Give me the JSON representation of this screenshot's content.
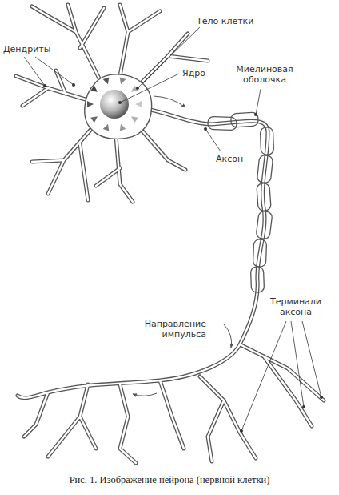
{
  "diagram": {
    "caption": "Рис. 1. Изображение нейрона (нервной клетки)",
    "labels": [
      "Дендриты",
      "Тело клетки",
      "Ядро",
      "Миелиновая оболочка",
      "Аксон",
      "Терминали аксона",
      "Направление импульса"
    ]
  }
}
